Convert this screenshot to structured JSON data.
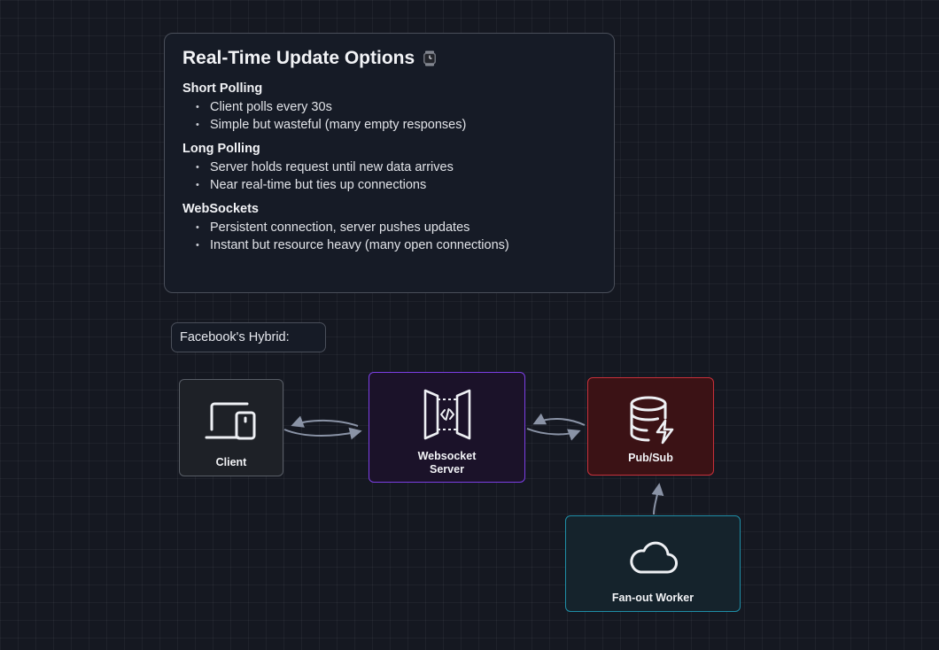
{
  "panel": {
    "title": "Real-Time Update Options",
    "title_icon": "watch-icon",
    "sections": [
      {
        "heading": "Short Polling",
        "bullets": [
          "Client polls every 30s",
          "Simple but wasteful (many empty responses)"
        ]
      },
      {
        "heading": "Long Polling",
        "bullets": [
          "Server holds request until new data arrives",
          "Near real-time but ties up connections"
        ]
      },
      {
        "heading": "WebSockets",
        "bullets": [
          "Persistent connection, server pushes updates",
          "Instant but resource heavy (many open connections)"
        ]
      }
    ]
  },
  "hybrid_label": "Facebook's Hybrid:",
  "nodes": {
    "client": {
      "label": "Client",
      "icon": "devices-icon",
      "border_color": "#585d66"
    },
    "websocket_server": {
      "label_line1": "Websocket",
      "label_line2": "Server",
      "icon": "api-gateway-icon",
      "border_color": "#7b3fe4"
    },
    "pubsub": {
      "label": "Pub/Sub",
      "icon": "database-bolt-icon",
      "border_color": "#c8303a"
    },
    "fanout_worker": {
      "label": "Fan-out Worker",
      "icon": "cloud-icon",
      "border_color": "#1f8ea7"
    }
  },
  "colors": {
    "background": "#151821",
    "arrow": "#8a93a6"
  }
}
